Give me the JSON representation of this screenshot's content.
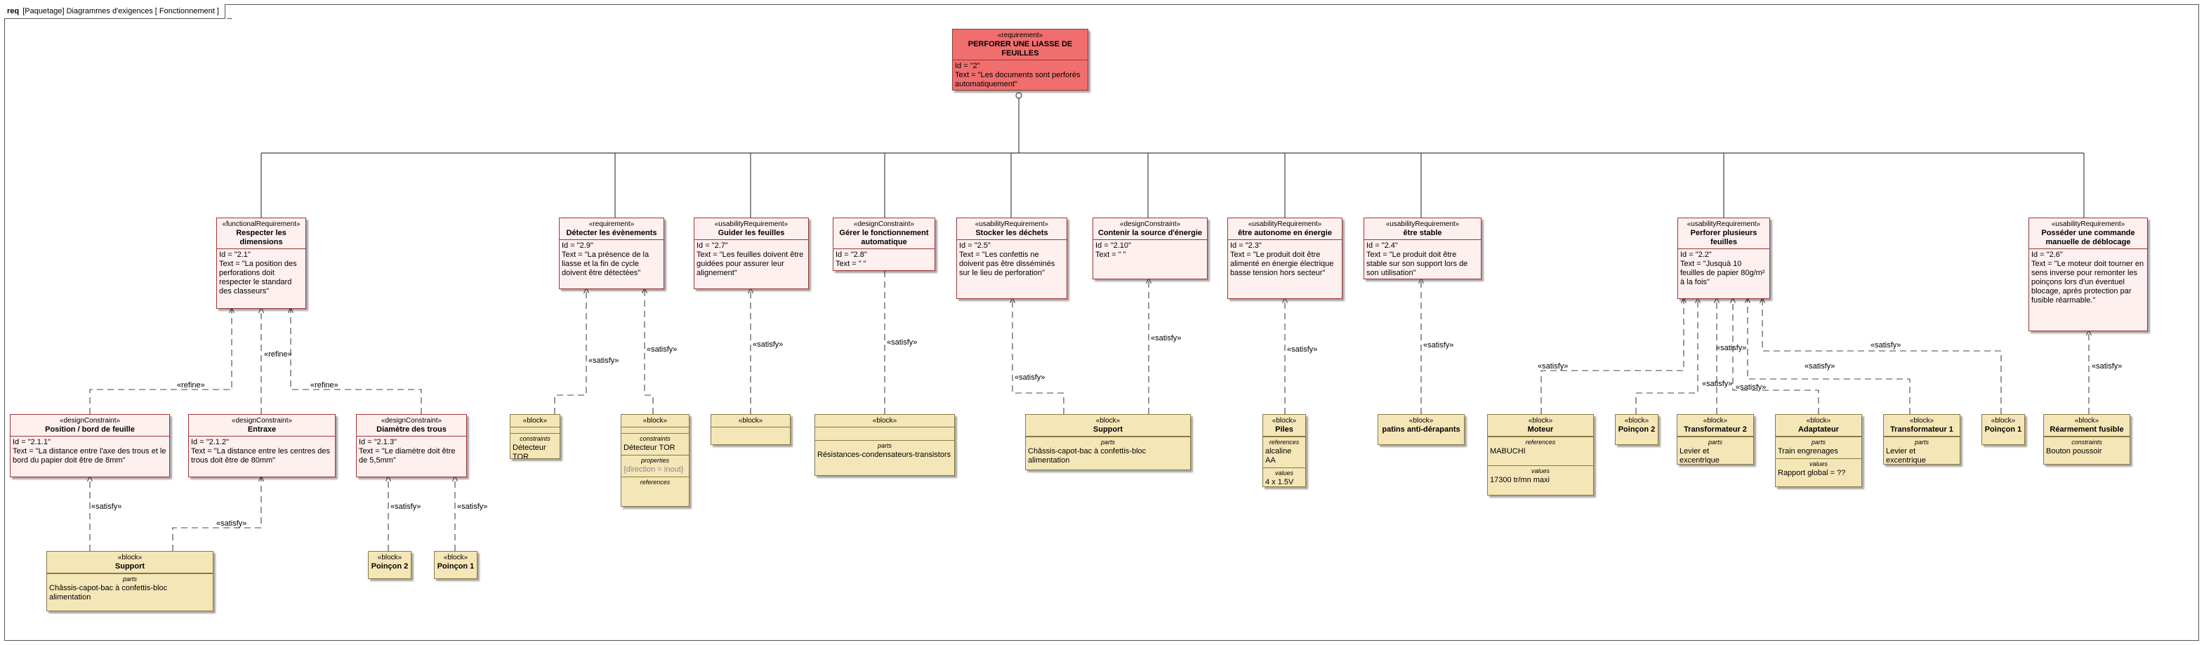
{
  "frame": {
    "keyword": "req",
    "title": "[Paquetage] Diagrammes d'exigences [ Fonctionnement ]"
  },
  "root": {
    "stereotype": "«requirement»",
    "name": "PERFORER UNE LIASSE DE FEUILLES",
    "id": "Id = \"2\"",
    "text": "Text = \"Les documents sont perforés automatiquement\""
  },
  "requirements": {
    "r21": {
      "stereotype": "«functionalRequirement»",
      "name": "Respecter les dimensions",
      "id": "Id = \"2.1\"",
      "text": "Text = \"La position des perforations doit respecter le standard des classeurs\""
    },
    "r29": {
      "stereotype": "«requirement»",
      "name": "Détecter les évènements",
      "id": "Id = \"2.9\"",
      "text": "Text = \"La présence de la liasse et la fin de cycle doivent être détectées\""
    },
    "r27": {
      "stereotype": "«usabilityRequirement»",
      "name": "Guider les feuilles",
      "id": "Id = \"2.7\"",
      "text": "Text = \"Les feuilles doivent être guidées pour assurer leur alignement\""
    },
    "r28": {
      "stereotype": "«designConstraint»",
      "name": "Gérer le fonctionnement automatique",
      "id": "Id = \"2.8\"",
      "text": "Text = \" \""
    },
    "r25": {
      "stereotype": "«usabilityRequirement»",
      "name": "Stocker les déchets",
      "id": "Id = \"2.5\"",
      "text": "Text = \"Les confettis ne doivent pas être disséminés sur le lieu de perforation\""
    },
    "r210": {
      "stereotype": "«designConstraint»",
      "name": "Contenir la source d'énergie",
      "id": "Id = \"2.10\"",
      "text": "Text = \" \""
    },
    "r23": {
      "stereotype": "«usabilityRequirement»",
      "name": "être autonome en énergie",
      "id": "Id = \"2.3\"",
      "text": "Text = \"Le produit doit être alimenté en énergie électrique basse tension hors secteur\""
    },
    "r24": {
      "stereotype": "«usabilityRequirement»",
      "name": "être stable",
      "id": "Id = \"2.4\"",
      "text": "Text = \"Le produit doit être stable sur son support lors de son utilisation\""
    },
    "r22": {
      "stereotype": "«usabilityRequirement»",
      "name": "Perforer plusieurs feuilles",
      "id": "Id = \"2.2\"",
      "text": "Text = \"Jusquà 10 feuilles de papier 80g/m² à la fois\""
    },
    "r26": {
      "stereotype": "«usabilityRequirement»",
      "name": "Posséder une commande manuelle de déblocage",
      "id": "Id = \"2.6\"",
      "text": "Text = \"Le moteur doit tourner en sens inverse pour remonter les poinçons lors d'un éventuel blocage, après protection par fusible réarmable.\""
    },
    "r211": {
      "stereotype": "«designConstraint»",
      "name": "Position / bord de feuille",
      "id": "Id = \"2.1.1\"",
      "text": "Text = \"La distance entre l'axe des trous et le bord du papier doit être de 8mm\""
    },
    "r212": {
      "stereotype": "«designConstraint»",
      "name": "Entraxe",
      "id": "Id = \"2.1.2\"",
      "text": "Text = \"La distance entre les centres des trous doit être de 80mm\""
    },
    "r213": {
      "stereotype": "«designConstraint»",
      "name": "Diamètre des trous",
      "id": "Id = \"2.1.3\"",
      "text": "Text = \"Le diamètre doit être de 5,5mm\""
    }
  },
  "blocks": {
    "support1": {
      "stereotype": "«block»",
      "name": "Support",
      "comp1_title": "parts",
      "comp1": "Châssis-capot-bac à confettis-bloc alimentation"
    },
    "poincon2a": {
      "stereotype": "«block»",
      "name": "Poinçon 2"
    },
    "poincon1a": {
      "stereotype": "«block»",
      "name": "Poinçon 1"
    },
    "blkA": {
      "stereotype": "«block»",
      "comp1_title": "constraints",
      "comp1": "Détecteur TOR"
    },
    "blkB": {
      "stereotype": "«block»",
      "comp1_title": "constraints",
      "comp1": "Détecteur TOR",
      "comp2_title": "properties",
      "comp2": "{direction = inout}",
      "comp3_title": "references"
    },
    "blkC": {
      "stereotype": "«block»"
    },
    "blkD": {
      "stereotype": "«block»",
      "comp1_title": "parts",
      "comp1": "Résistances-condensateurs-transistors"
    },
    "support2": {
      "stereotype": "«block»",
      "name": "Support",
      "comp1_title": "parts",
      "comp1": "Châssis-capot-bac à confettis-bloc alimentation"
    },
    "piles": {
      "stereotype": "«block»",
      "name": "Piles",
      "comp1_title": "references",
      "comp1": "alcaline AA",
      "comp2_title": "values",
      "comp2": "4 x 1.5V"
    },
    "patins": {
      "stereotype": "«block»",
      "name": "patins anti-dérapants"
    },
    "moteur": {
      "stereotype": "«block»",
      "name": "Moteur",
      "comp1_title": "references",
      "comp1": "MABUCHI",
      "comp2_title": "values",
      "comp2": "17300 tr/mn maxi"
    },
    "poincon2b": {
      "stereotype": "«block»",
      "name": "Poinçon 2"
    },
    "transfo2": {
      "stereotype": "«block»",
      "name": "Transformateur 2",
      "comp1_title": "parts",
      "comp1": "Levier et excentrique"
    },
    "adaptateur": {
      "stereotype": "«block»",
      "name": "Adaptateur",
      "comp1_title": "parts",
      "comp1": "Train engrenages",
      "comp2_title": "values",
      "comp2": "Rapport global = ??"
    },
    "transfo1": {
      "stereotype": "«block»",
      "name": "Transformateur 1",
      "comp1_title": "parts",
      "comp1": "Levier et excentrique"
    },
    "poincon1b": {
      "stereotype": "«block»",
      "name": "Poinçon 1"
    },
    "rearmement": {
      "stereotype": "«block»",
      "name": "Réarmement fusible",
      "comp1_title": "constraints",
      "comp1": "Bouton poussoir"
    }
  },
  "edge_labels": {
    "refine": "«refine»",
    "satisfy": "«satisfy»"
  }
}
